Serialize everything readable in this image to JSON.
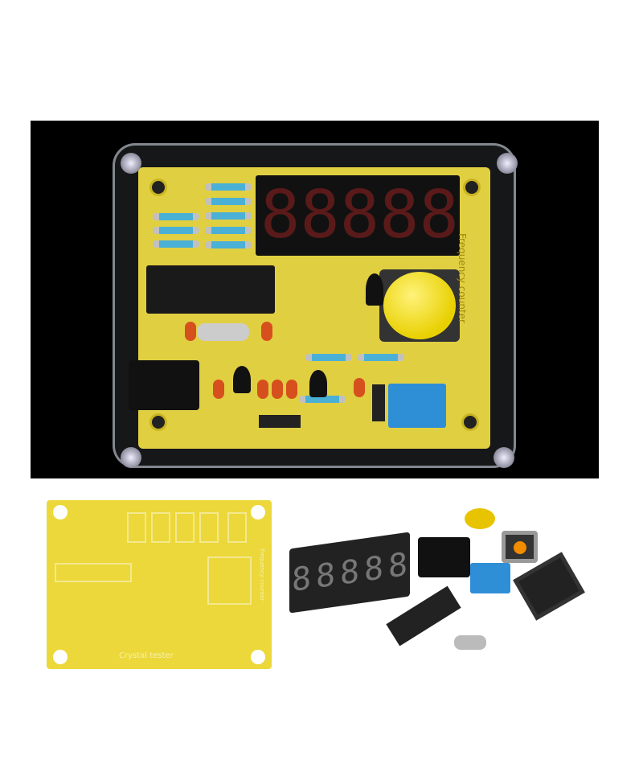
{
  "assembled_kit": {
    "display_digits": [
      "8",
      "8",
      "8",
      "8",
      "8"
    ],
    "board_label": "Frequency counter",
    "button_color": "#f2e000",
    "board_color": "#e8d230"
  },
  "bare_pcb": {
    "label": "Crystal tester",
    "board_label": "Frequency counter"
  },
  "parts": {
    "display_digits": [
      "8",
      "8",
      "8",
      "8",
      "8"
    ]
  }
}
